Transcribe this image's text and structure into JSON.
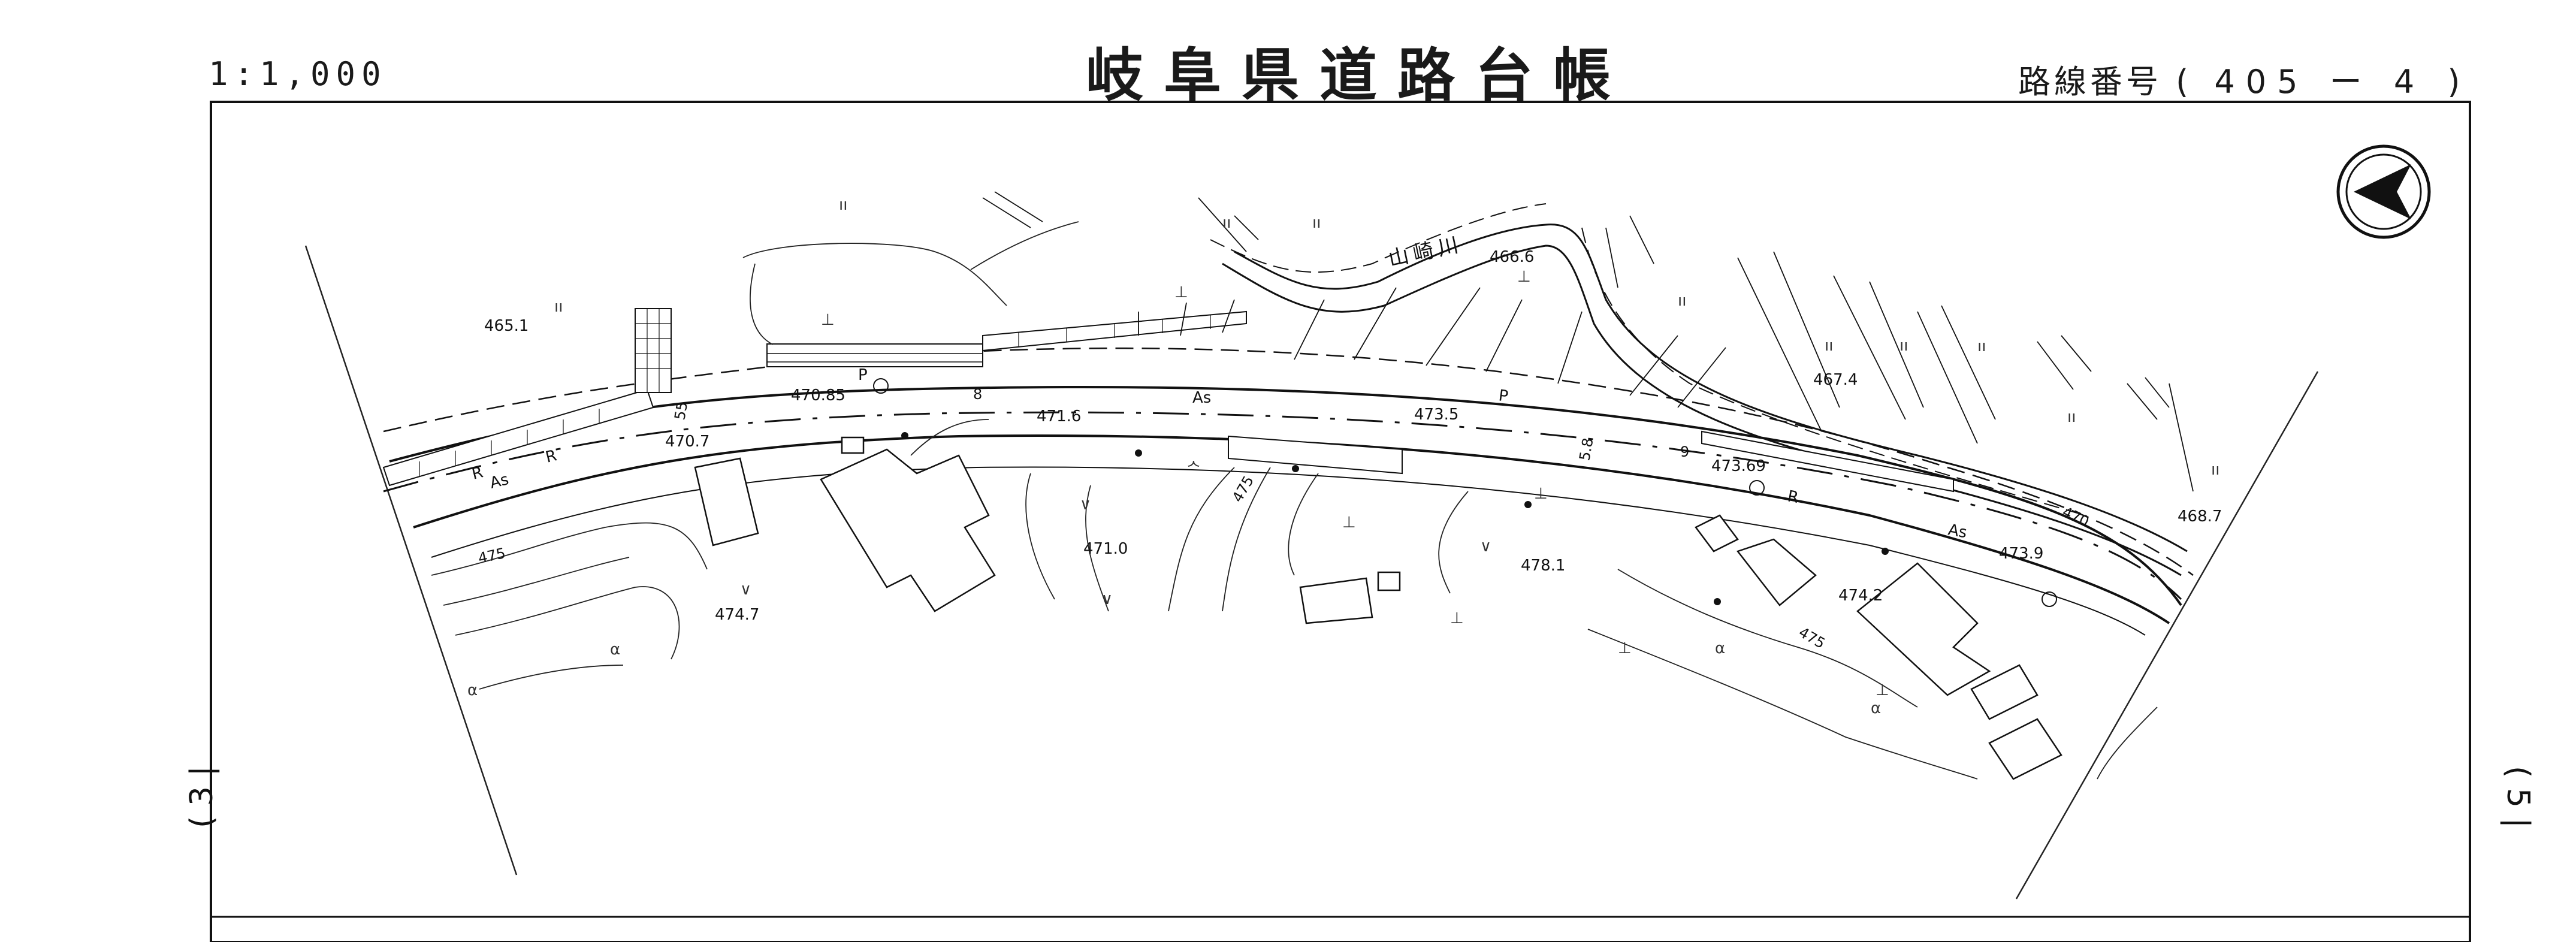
{
  "header": {
    "scale": "1:1,000",
    "title": "岐阜県道路台帳",
    "route_label": "路線番号",
    "route_open": "(",
    "route_number": "405 ー 4",
    "route_close": ")"
  },
  "edge_labels": {
    "left": "( 3 |",
    "right": "( 5 |"
  },
  "map": {
    "river_name": "山崎川",
    "north_arrow_icon": "north-arrow-icon",
    "elevations": [
      "465.1",
      "470.85",
      "470.7",
      "471.6",
      "473.5",
      "466.6",
      "467.4",
      "473.69",
      "468.7",
      "473.9",
      "474.2",
      "478.1",
      "471.0",
      "474.7"
    ],
    "contours": [
      "475",
      "475",
      "475",
      "470"
    ],
    "road_marks": [
      "As",
      "As",
      "As",
      "P",
      "P",
      "R",
      "R",
      "R"
    ],
    "chainage": [
      "55",
      "8",
      "5.8",
      "9"
    ]
  }
}
